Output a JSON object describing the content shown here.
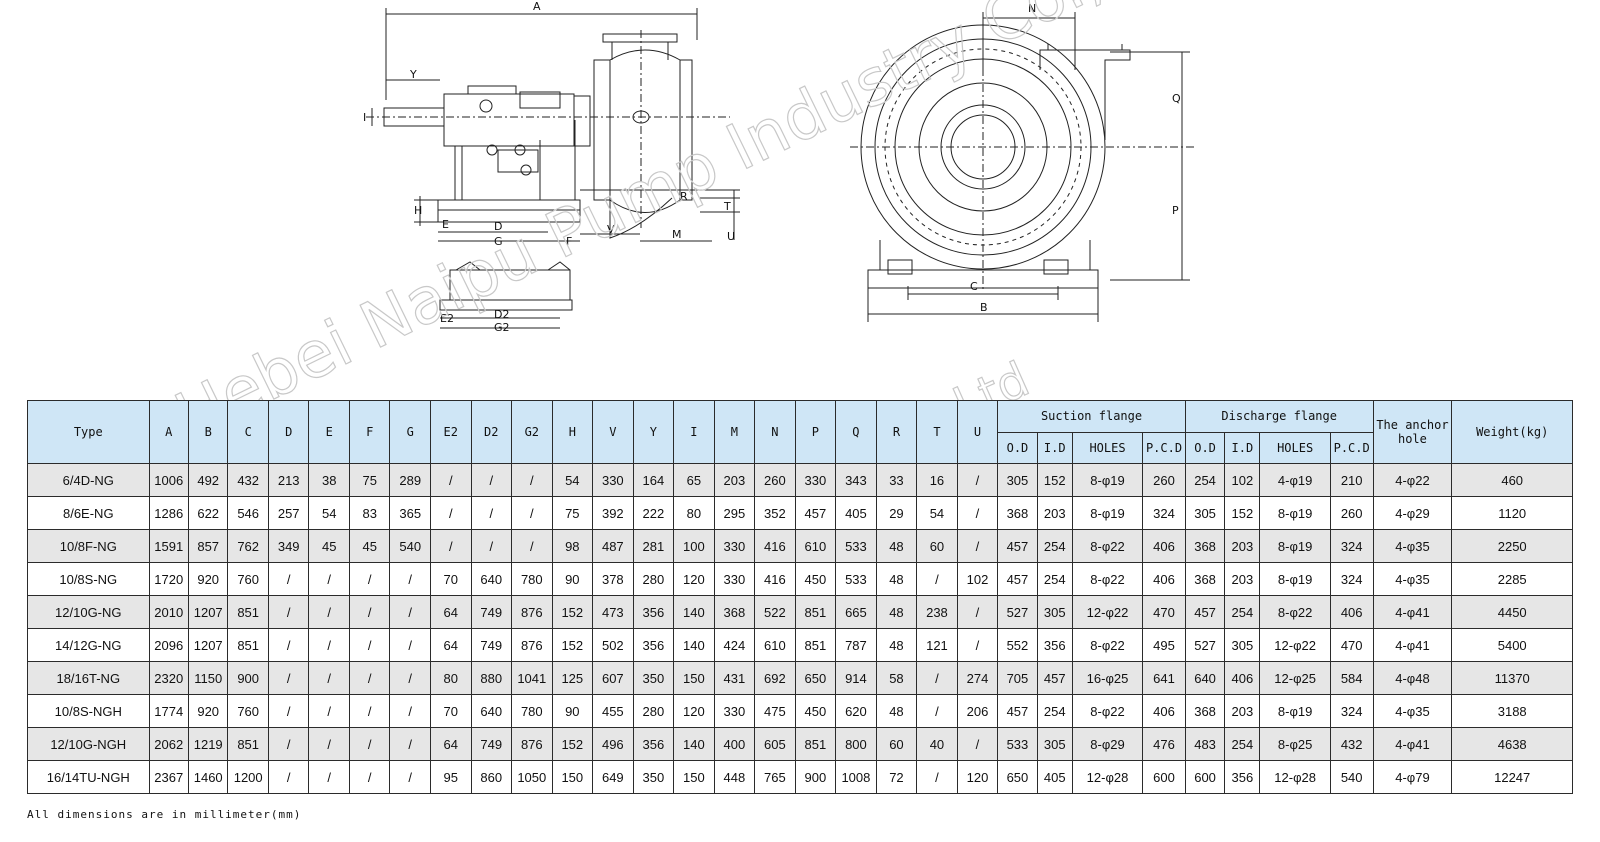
{
  "drawing_labels": {
    "side": [
      "A",
      "Y",
      "I",
      "H",
      "R",
      "T",
      "E",
      "D",
      "G",
      "F",
      "V",
      "M",
      "U"
    ],
    "base": [
      "E2",
      "D2",
      "G2"
    ],
    "front": [
      "N",
      "Q",
      "P",
      "C",
      "B"
    ]
  },
  "table": {
    "header": {
      "type": "Type",
      "dims": [
        "A",
        "B",
        "C",
        "D",
        "E",
        "F",
        "G",
        "E2",
        "D2",
        "G2",
        "H",
        "V",
        "Y",
        "I",
        "M",
        "N",
        "P",
        "Q",
        "R",
        "T",
        "U"
      ],
      "suction": "Suction flange",
      "discharge": "Discharge flange",
      "flange_cols": [
        "O.D",
        "I.D",
        "HOLES",
        "P.C.D"
      ],
      "anchor": "The anchor hole",
      "weight": "Weight(kg)"
    },
    "rows": [
      [
        "6/4D-NG",
        "1006",
        "492",
        "432",
        "213",
        "38",
        "75",
        "289",
        "/",
        "/",
        "/",
        "54",
        "330",
        "164",
        "65",
        "203",
        "260",
        "330",
        "343",
        "33",
        "16",
        "/",
        "305",
        "152",
        "8-φ19",
        "260",
        "254",
        "102",
        "4-φ19",
        "210",
        "4-φ22",
        "460"
      ],
      [
        "8/6E-NG",
        "1286",
        "622",
        "546",
        "257",
        "54",
        "83",
        "365",
        "/",
        "/",
        "/",
        "75",
        "392",
        "222",
        "80",
        "295",
        "352",
        "457",
        "405",
        "29",
        "54",
        "/",
        "368",
        "203",
        "8-φ19",
        "324",
        "305",
        "152",
        "8-φ19",
        "260",
        "4-φ29",
        "1120"
      ],
      [
        "10/8F-NG",
        "1591",
        "857",
        "762",
        "349",
        "45",
        "45",
        "540",
        "/",
        "/",
        "/",
        "98",
        "487",
        "281",
        "100",
        "330",
        "416",
        "610",
        "533",
        "48",
        "60",
        "/",
        "457",
        "254",
        "8-φ22",
        "406",
        "368",
        "203",
        "8-φ19",
        "324",
        "4-φ35",
        "2250"
      ],
      [
        "10/8S-NG",
        "1720",
        "920",
        "760",
        "/",
        "/",
        "/",
        "/",
        "70",
        "640",
        "780",
        "90",
        "378",
        "280",
        "120",
        "330",
        "416",
        "450",
        "533",
        "48",
        "/",
        "102",
        "457",
        "254",
        "8-φ22",
        "406",
        "368",
        "203",
        "8-φ19",
        "324",
        "4-φ35",
        "2285"
      ],
      [
        "12/10G-NG",
        "2010",
        "1207",
        "851",
        "/",
        "/",
        "/",
        "/",
        "64",
        "749",
        "876",
        "152",
        "473",
        "356",
        "140",
        "368",
        "522",
        "851",
        "665",
        "48",
        "238",
        "/",
        "527",
        "305",
        "12-φ22",
        "470",
        "457",
        "254",
        "8-φ22",
        "406",
        "4-φ41",
        "4450"
      ],
      [
        "14/12G-NG",
        "2096",
        "1207",
        "851",
        "/",
        "/",
        "/",
        "/",
        "64",
        "749",
        "876",
        "152",
        "502",
        "356",
        "140",
        "424",
        "610",
        "851",
        "787",
        "48",
        "121",
        "/",
        "552",
        "356",
        "8-φ22",
        "495",
        "527",
        "305",
        "12-φ22",
        "470",
        "4-φ41",
        "5400"
      ],
      [
        "18/16T-NG",
        "2320",
        "1150",
        "900",
        "/",
        "/",
        "/",
        "/",
        "80",
        "880",
        "1041",
        "125",
        "607",
        "350",
        "150",
        "431",
        "692",
        "650",
        "914",
        "58",
        "/",
        "274",
        "705",
        "457",
        "16-φ25",
        "641",
        "640",
        "406",
        "12-φ25",
        "584",
        "4-φ48",
        "11370"
      ],
      [
        "10/8S-NGH",
        "1774",
        "920",
        "760",
        "/",
        "/",
        "/",
        "/",
        "70",
        "640",
        "780",
        "90",
        "455",
        "280",
        "120",
        "330",
        "475",
        "450",
        "620",
        "48",
        "/",
        "206",
        "457",
        "254",
        "8-φ22",
        "406",
        "368",
        "203",
        "8-φ19",
        "324",
        "4-φ35",
        "3188"
      ],
      [
        "12/10G-NGH",
        "2062",
        "1219",
        "851",
        "/",
        "/",
        "/",
        "/",
        "64",
        "749",
        "876",
        "152",
        "496",
        "356",
        "140",
        "400",
        "605",
        "851",
        "800",
        "60",
        "40",
        "/",
        "533",
        "305",
        "8-φ29",
        "476",
        "483",
        "254",
        "8-φ25",
        "432",
        "4-φ41",
        "4638"
      ],
      [
        "16/14TU-NGH",
        "2367",
        "1460",
        "1200",
        "/",
        "/",
        "/",
        "/",
        "95",
        "860",
        "1050",
        "150",
        "649",
        "350",
        "150",
        "448",
        "765",
        "900",
        "1008",
        "72",
        "/",
        "120",
        "650",
        "405",
        "12-φ28",
        "600",
        "600",
        "356",
        "12-φ28",
        "540",
        "4-φ79",
        "12247"
      ]
    ]
  },
  "footnote": "All dimensions are in millimeter(mm)",
  "watermark": {
    "text_1": "Hebei Naipu Pump Industry Co., Ltd",
    "text_2": "Hebei Naipu Pump Industry Co., Ltd"
  }
}
